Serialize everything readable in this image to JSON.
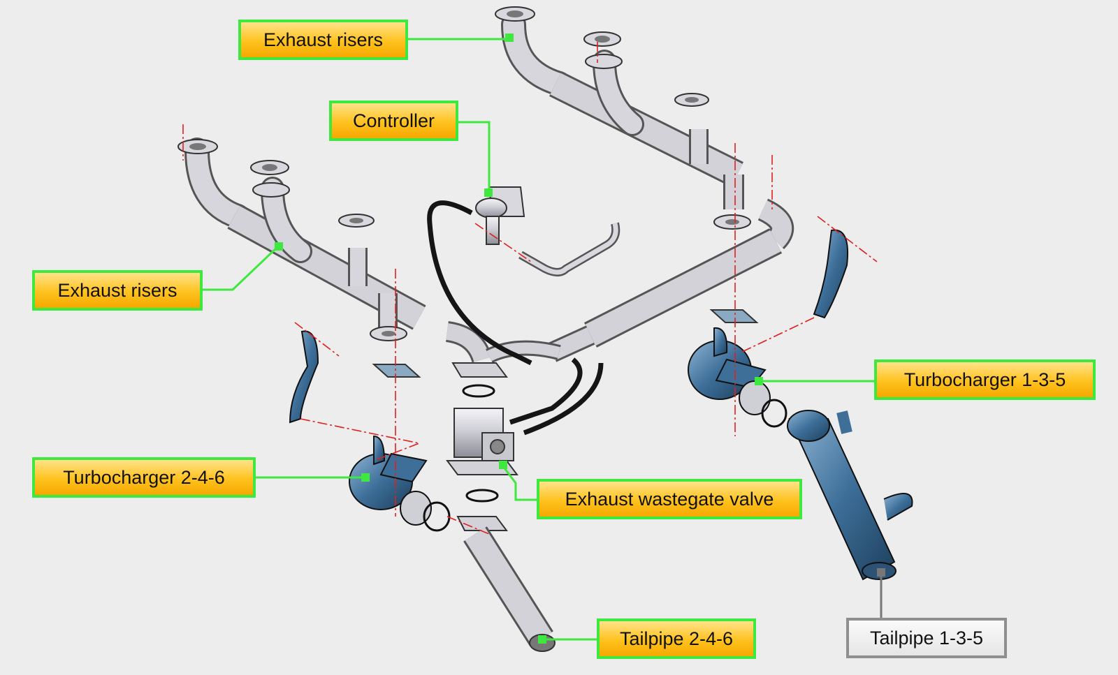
{
  "labels": {
    "exhaust_risers_top": "Exhaust risers",
    "controller": "Controller",
    "exhaust_risers_left": "Exhaust risers",
    "turbocharger_135": "Turbocharger 1-3-5",
    "turbocharger_246": "Turbocharger 2-4-6",
    "wastegate_valve": "Exhaust wastegate valve",
    "tailpipe_246": "Tailpipe 2-4-6",
    "tailpipe_135": "Tailpipe 1-3-5"
  },
  "colors": {
    "background": "#ededed",
    "callout_border": "#3ee83e",
    "callout_fill": "#ffc21e",
    "callout_gray_border": "#8f8f8f",
    "pipe_metal": "#cfcfd6",
    "turbo_blue": "#3d6f99",
    "centerline_red": "#e02020",
    "hose": "#151515"
  }
}
